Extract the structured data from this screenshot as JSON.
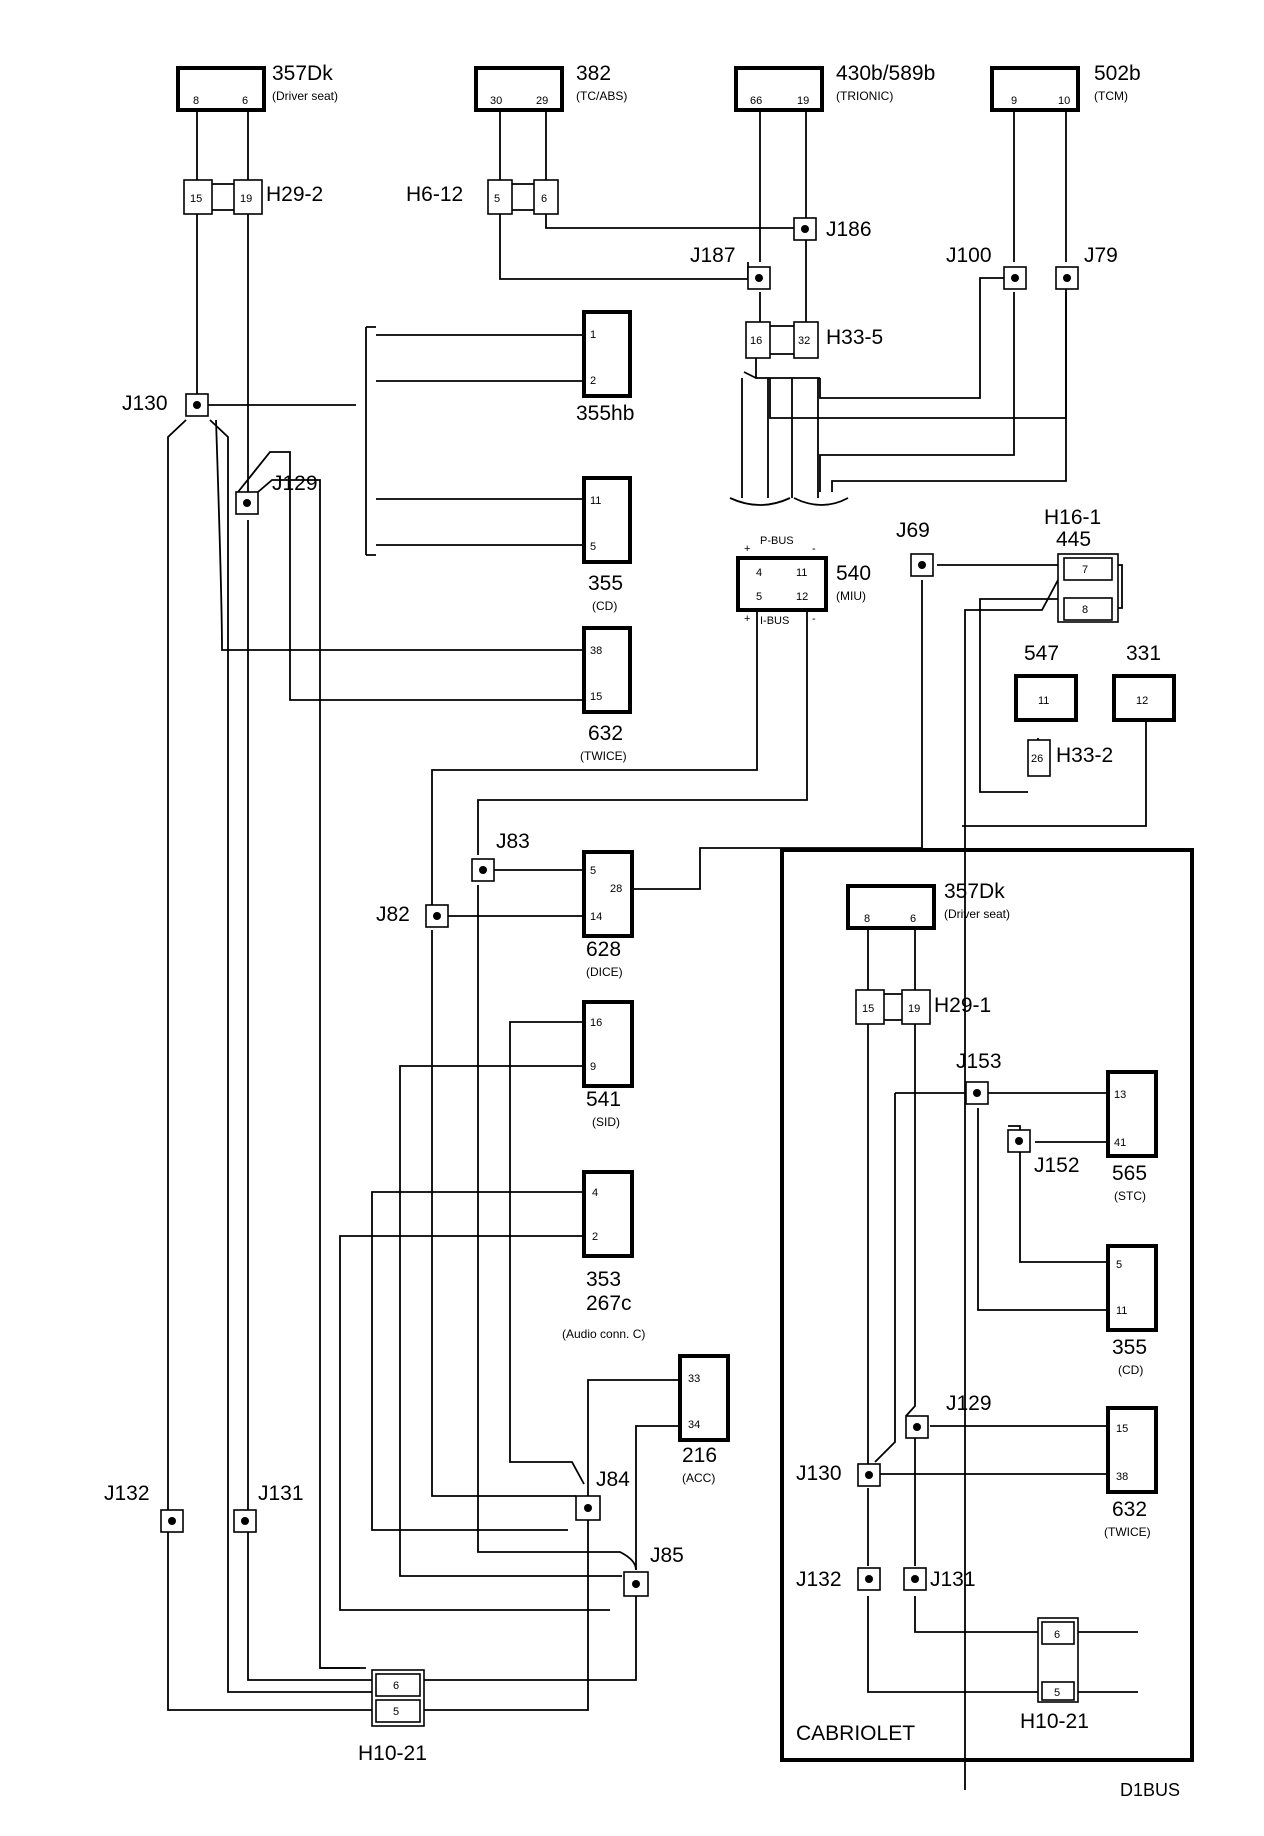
{
  "components": {
    "c357dk_top": {
      "id": "357Dk",
      "desc": "(Driver seat)",
      "pins": [
        "8",
        "6"
      ]
    },
    "c382": {
      "id": "382",
      "desc": "(TC/ABS)",
      "pins": [
        "30",
        "29"
      ]
    },
    "c430b": {
      "id": "430b/589b",
      "desc": "(TRIONIC)",
      "pins": [
        "66",
        "19"
      ]
    },
    "c502b": {
      "id": "502b",
      "desc": "(TCM)",
      "pins": [
        "9",
        "10"
      ]
    },
    "c355hb": {
      "id": "355hb",
      "pins": [
        "1",
        "2"
      ]
    },
    "c355_main": {
      "id": "355",
      "desc": "(CD)",
      "pins": [
        "11",
        "5"
      ]
    },
    "c632_main": {
      "id": "632",
      "desc": "(TWICE)",
      "pins": [
        "38",
        "15"
      ]
    },
    "c540": {
      "id": "540",
      "desc": "(MIU)",
      "pins": [
        "4",
        "11",
        "5",
        "12"
      ],
      "pbus": "P-BUS",
      "ibus": "I-BUS"
    },
    "c445": {
      "id": "445",
      "pins": [
        "7",
        "8"
      ]
    },
    "c547": {
      "id": "547",
      "pins": [
        "11"
      ]
    },
    "c331": {
      "id": "331",
      "pins": [
        "12"
      ]
    },
    "c628": {
      "id": "628",
      "desc": "(DICE)",
      "pins": [
        "5",
        "28",
        "14"
      ]
    },
    "c541": {
      "id": "541",
      "desc": "(SID)",
      "pins": [
        "16",
        "9"
      ]
    },
    "c353": {
      "id": "353",
      "id2": "267c",
      "desc": "(Audio conn. C)",
      "pins": [
        "4",
        "2"
      ]
    },
    "c216": {
      "id": "216",
      "desc": "(ACC)",
      "pins": [
        "33",
        "34"
      ]
    },
    "c357dk_cab": {
      "id": "357Dk",
      "desc": "(Driver seat)",
      "pins": [
        "8",
        "6"
      ]
    },
    "c565": {
      "id": "565",
      "desc": "(STC)",
      "pins": [
        "13",
        "41"
      ]
    },
    "c355_cab": {
      "id": "355",
      "desc": "(CD)",
      "pins": [
        "5",
        "11"
      ]
    },
    "c632_cab": {
      "id": "632",
      "desc": "(TWICE)",
      "pins": [
        "15",
        "38"
      ]
    }
  },
  "connectors": {
    "h29_2": {
      "id": "H29-2",
      "pins": [
        "15",
        "19"
      ]
    },
    "h6_12": {
      "id": "H6-12",
      "pins": [
        "5",
        "6"
      ]
    },
    "h33_5": {
      "id": "H33-5",
      "pins": [
        "16",
        "32"
      ]
    },
    "h16_1": {
      "id": "H16-1"
    },
    "h33_2": {
      "id": "H33-2",
      "pins": [
        "26"
      ]
    },
    "h10_21_main": {
      "id": "H10-21",
      "pins": [
        "6",
        "5"
      ]
    },
    "h29_1": {
      "id": "H29-1",
      "pins": [
        "15",
        "19"
      ]
    },
    "h10_21_cab": {
      "id": "H10-21",
      "pins": [
        "6",
        "5"
      ]
    }
  },
  "junctions": {
    "j186": "J186",
    "j187": "J187",
    "j100": "J100",
    "j79": "J79",
    "j130": "J130",
    "j129": "J129",
    "j69": "J69",
    "j83": "J83",
    "j82": "J82",
    "j84": "J84",
    "j85": "J85",
    "j132": "J132",
    "j131": "J131",
    "cab_j153": "J153",
    "cab_j152": "J152",
    "cab_j129": "J129",
    "cab_j130": "J130",
    "cab_j132": "J132",
    "cab_j131": "J131"
  },
  "bus_signs": {
    "plus": "+",
    "minus": "-"
  },
  "cabriolet_label": "CABRIOLET",
  "diagram_code": "D1BUS"
}
